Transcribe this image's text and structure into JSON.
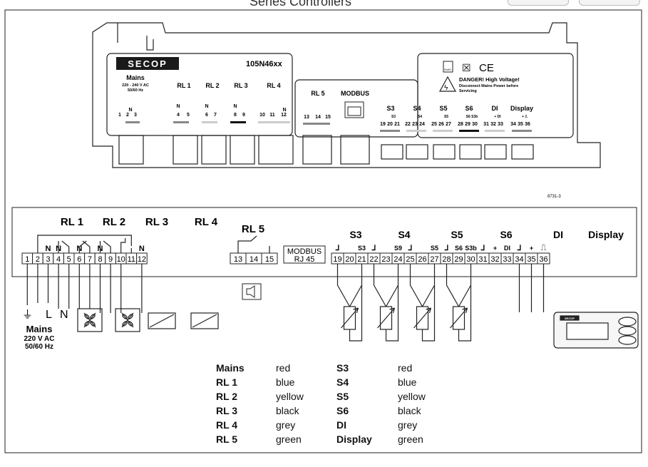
{
  "header": {
    "title": "Series Controllers"
  },
  "unit": {
    "brand": "SECOP",
    "model": "105N46xx",
    "mains_title": "Mains",
    "mains_voltage": "220 - 240 V AC",
    "mains_freq": "50/60 Hz",
    "n_label": "N",
    "relay_labels": [
      "RL 1",
      "RL 2",
      "RL 3",
      "RL 4",
      "RL 5"
    ],
    "modbus": "MODBUS",
    "sensor_labels": [
      "S3",
      "S4",
      "S5",
      "S6",
      "DI",
      "Display"
    ],
    "warning_title": "DANGER! High Voltage!",
    "warning_line1": "Disconnect Mains Power before",
    "warning_line2": "Servicing",
    "ce_mark": "CE",
    "rohs_mark": "RoHS",
    "ref_code": "8731-3",
    "upper_terminals": [
      "1",
      "2",
      "3",
      "4",
      "5",
      "6",
      "7",
      "8",
      "9",
      "10",
      "11",
      "12",
      "13",
      "14",
      "15",
      "19",
      "20",
      "21",
      "22",
      "23",
      "24",
      "25",
      "26",
      "27",
      "28",
      "29",
      "30",
      "31",
      "32",
      "33",
      "34",
      "35",
      "36"
    ],
    "sensor_sub": [
      "S3",
      "S4",
      "S5",
      "S6 S3b",
      "+ DI",
      "+ ⎍"
    ]
  },
  "wiring": {
    "relay_labels": [
      "RL 1",
      "RL 2",
      "RL 3",
      "RL 4",
      "RL 5"
    ],
    "n_label": "N",
    "modbus_line1": "MODBUS",
    "modbus_line2": "RJ 45",
    "sensor_labels": [
      "S3",
      "S4",
      "S5",
      "S6",
      "DI",
      "Display"
    ],
    "sensor_sub": [
      "S3",
      "S9",
      "S5",
      "S6",
      "S3b",
      "+",
      "DI",
      "+"
    ],
    "terminals_a": [
      "1",
      "2",
      "3",
      "4",
      "5",
      "6",
      "7",
      "8",
      "9",
      "10",
      "11",
      "12"
    ],
    "terminals_b": [
      "13",
      "14",
      "15"
    ],
    "terminals_c": [
      "19",
      "20",
      "21",
      "22",
      "23",
      "24",
      "25",
      "26",
      "27",
      "28",
      "29",
      "30",
      "31",
      "32",
      "33",
      "34",
      "35",
      "36"
    ],
    "mains_L": "L",
    "mains_N": "N",
    "mains_title": "Mains",
    "mains_voltage": "220 V AC",
    "mains_freq": "50/60 Hz",
    "display_brand": "SECOP"
  },
  "legend": {
    "left": [
      {
        "key": "Mains",
        "color": "red"
      },
      {
        "key": "RL 1",
        "color": "blue"
      },
      {
        "key": "RL 2",
        "color": "yellow"
      },
      {
        "key": "RL 3",
        "color": "black"
      },
      {
        "key": "RL 4",
        "color": "grey"
      },
      {
        "key": "RL 5",
        "color": "green"
      }
    ],
    "right": [
      {
        "key": "S3",
        "color": "red"
      },
      {
        "key": "S4",
        "color": "blue"
      },
      {
        "key": "S5",
        "color": "yellow"
      },
      {
        "key": "S6",
        "color": "black"
      },
      {
        "key": "DI",
        "color": "grey"
      },
      {
        "key": "Display",
        "color": "green"
      }
    ]
  },
  "colors": {
    "line": "#222222",
    "grey_bar": "#bdbdbd",
    "dark_bar": "#111111",
    "brand_bg": "#1a1a1a"
  }
}
